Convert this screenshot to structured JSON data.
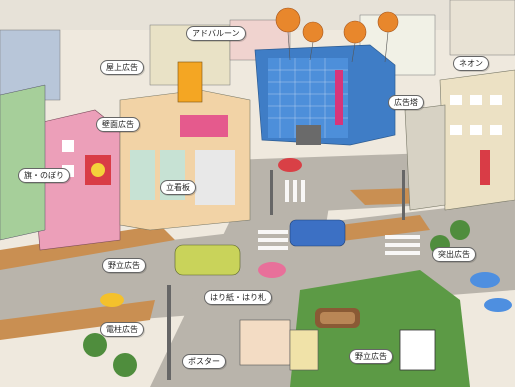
{
  "labels": {
    "ad_balloon": "アドバルーン",
    "rooftop_ad": "屋上広告",
    "neon": "ネオン",
    "wall_ad": "壁面広告",
    "billboard": "広告塔",
    "flag": "旗・のぼり",
    "standing_sign": "立看板",
    "field_ad_left": "野立広告",
    "protruding_ad": "突出広告",
    "pole_ad": "電柱広告",
    "paste_bills": "はり紙・はり札",
    "poster": "ポスター",
    "field_ad_right": "野立広告"
  },
  "colors": {
    "road": "#b9b4ab",
    "sidewalk": "#c98f52",
    "grass": "#5c9a45",
    "balloon": "#e8872c",
    "sky_band": "#f4efe6"
  }
}
